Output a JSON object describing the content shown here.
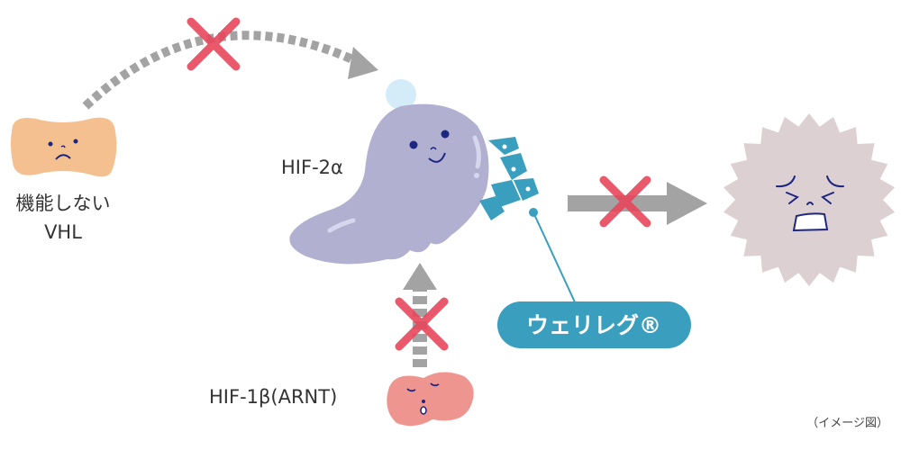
{
  "labels": {
    "vhl_line1": "機能しない",
    "vhl_line2": "VHL",
    "hif2a": "HIF-2α",
    "hif1b": "HIF-1β(ARNT)",
    "drug": "ウェリレグ®",
    "note": "（イメージ図）"
  },
  "colors": {
    "vhl": "#f5c08f",
    "hif2a": "#b1b0d1",
    "hif1b": "#ef9590",
    "drug": "#3a9fbf",
    "cell": "#ddd0d2",
    "cross": "#e8475c",
    "arrow": "#a3a3a3"
  }
}
